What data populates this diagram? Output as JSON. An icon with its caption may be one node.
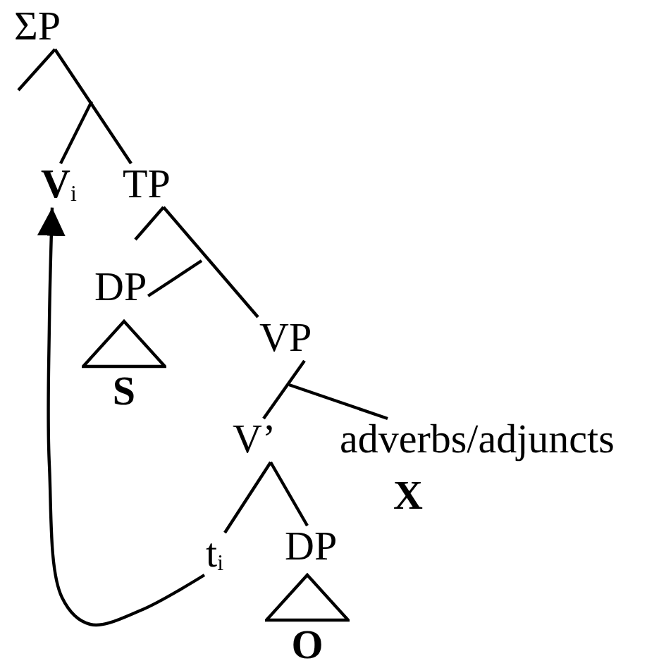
{
  "diagram": {
    "nodes": [
      {
        "text": [
          "ΣP"
        ]
      },
      {
        "text": [
          "**V**$_{i}$"
        ]
      },
      {
        "text": [
          "TP"
        ]
      },
      {
        "text": [
          "DP"
        ]
      },
      {
        "text": [
          "S"
        ]
      },
      {
        "text": [
          "VP"
        ]
      },
      {
        "text": [
          "V’"
        ]
      },
      {
        "text": [
          "adverbs/adjuncts",
          "X"
        ]
      },
      {
        "text": [
          "t$_{i}$"
        ]
      },
      {
        "text": [
          "DP"
        ]
      },
      {
        "text": [
          "O"
        ]
      }
    ],
    "edges": [
      {
        "from": 0,
        "to": null,
        "arrow": "none"
      },
      {
        "from": 0,
        "to": 2,
        "arrow": "none"
      },
      {
        "from": null,
        "to": 1,
        "arrow": "none"
      },
      {
        "from": 2,
        "to": null,
        "arrow": "none"
      },
      {
        "from": 2,
        "to": 5,
        "arrow": "none"
      },
      {
        "from": null,
        "to": 3,
        "arrow": "none"
      },
      {
        "from": 5,
        "to": 6,
        "arrow": "none"
      },
      {
        "from": null,
        "to": 7,
        "arrow": "none"
      },
      {
        "from": 6,
        "to": 8,
        "arrow": "none"
      },
      {
        "from": 6,
        "to": 9,
        "arrow": "none"
      },
      {
        "from": 8,
        "to": 1,
        "arrow": "to"
      }
    ]
  }
}
